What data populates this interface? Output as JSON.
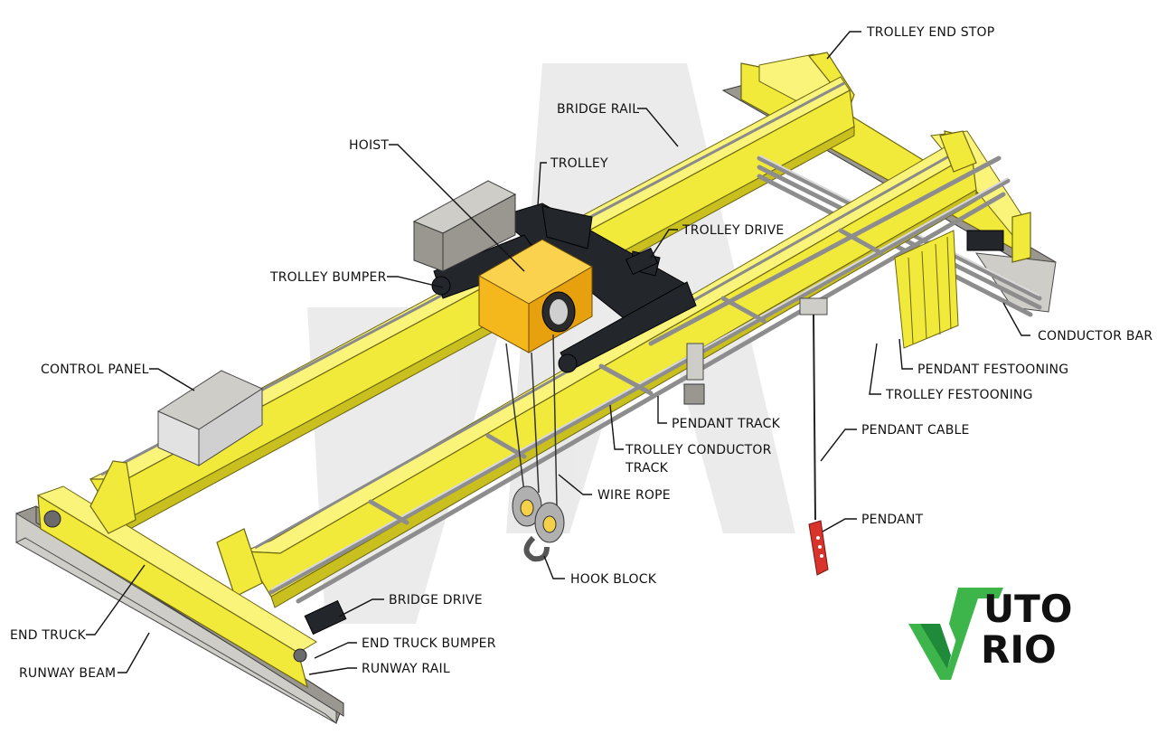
{
  "labels": {
    "trolley_end_stop": "TROLLEY END STOP",
    "bridge_rail": "BRIDGE RAIL",
    "hoist": "HOIST",
    "trolley": "TROLLEY",
    "trolley_drive": "TROLLEY DRIVE",
    "trolley_bumper": "TROLLEY BUMPER",
    "control_panel": "CONTROL PANEL",
    "conductor_bar": "CONDUCTOR BAR",
    "pendant_festooning": "PENDANT FESTOONING",
    "trolley_festooning": "TROLLEY FESTOONING",
    "pendant_track": "PENDANT TRACK",
    "pendant_cable": "PENDANT CABLE",
    "trolley_conductor_track_line1": "TROLLEY CONDUCTOR",
    "trolley_conductor_track_line2": "TRACK",
    "wire_rope": "WIRE ROPE",
    "pendant": "PENDANT",
    "hook_block": "HOOK BLOCK",
    "bridge_drive": "BRIDGE DRIVE",
    "end_truck": "END TRUCK",
    "end_truck_bumper": "END TRUCK BUMPER",
    "runway_beam": "RUNWAY BEAM",
    "runway_rail": "RUNWAY RAIL"
  },
  "logo": {
    "line1": "UTO",
    "line2": "RIO",
    "color_green": "#3db54a",
    "color_dark": "#1f8a3a"
  },
  "colors": {
    "crane_yellow": "#f2ea3a",
    "hoist_orange": "#f5b81c",
    "pendant_red": "#d9342b"
  }
}
